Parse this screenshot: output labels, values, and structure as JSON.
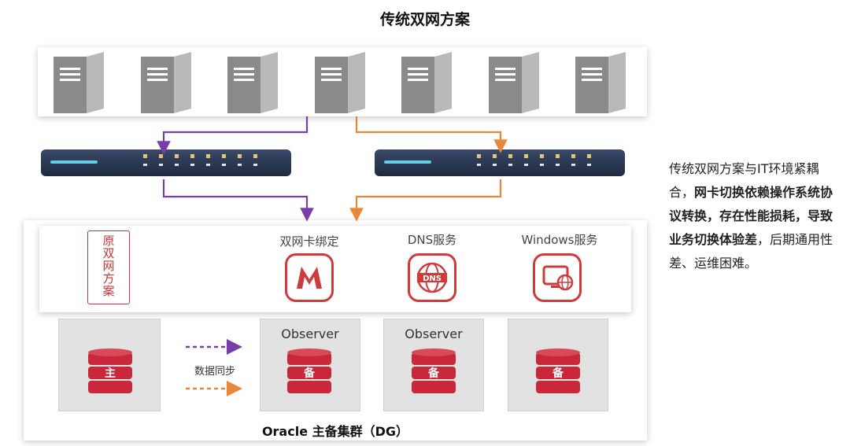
{
  "title": "传统双网方案",
  "servers_count": 7,
  "vertical_label_chars": [
    "原",
    "双",
    "网",
    "方",
    "案"
  ],
  "services": [
    {
      "label": "双网卡绑定",
      "icon": "m-letter-icon"
    },
    {
      "label": "DNS服务",
      "icon": "dns-globe-icon"
    },
    {
      "label": "Windows服务",
      "icon": "monitor-globe-icon"
    }
  ],
  "databases": [
    {
      "role": "主",
      "observer": ""
    },
    {
      "role": "备",
      "observer": "Observer"
    },
    {
      "role": "备",
      "observer": "Observer"
    },
    {
      "role": "备",
      "observer": ""
    }
  ],
  "sync_label": "数据同步",
  "cluster_label": "Oracle 主备集群（DG）",
  "side_text": {
    "part1": "传统双网方案与IT环境紧耦合，",
    "part2_bold": "网卡切换依赖操作系统协议转换，存在性能损耗，导致业务切换体验差",
    "part3": "，后期通用性差、运维困难。"
  },
  "colors": {
    "purple_arrow": "#7a3ea8",
    "orange_arrow": "#e8873a",
    "red_accent": "#cf3b3b",
    "db_red": "#c9283a",
    "server_gray": "#8a8a8a",
    "switch_navy": "#2a3650"
  }
}
